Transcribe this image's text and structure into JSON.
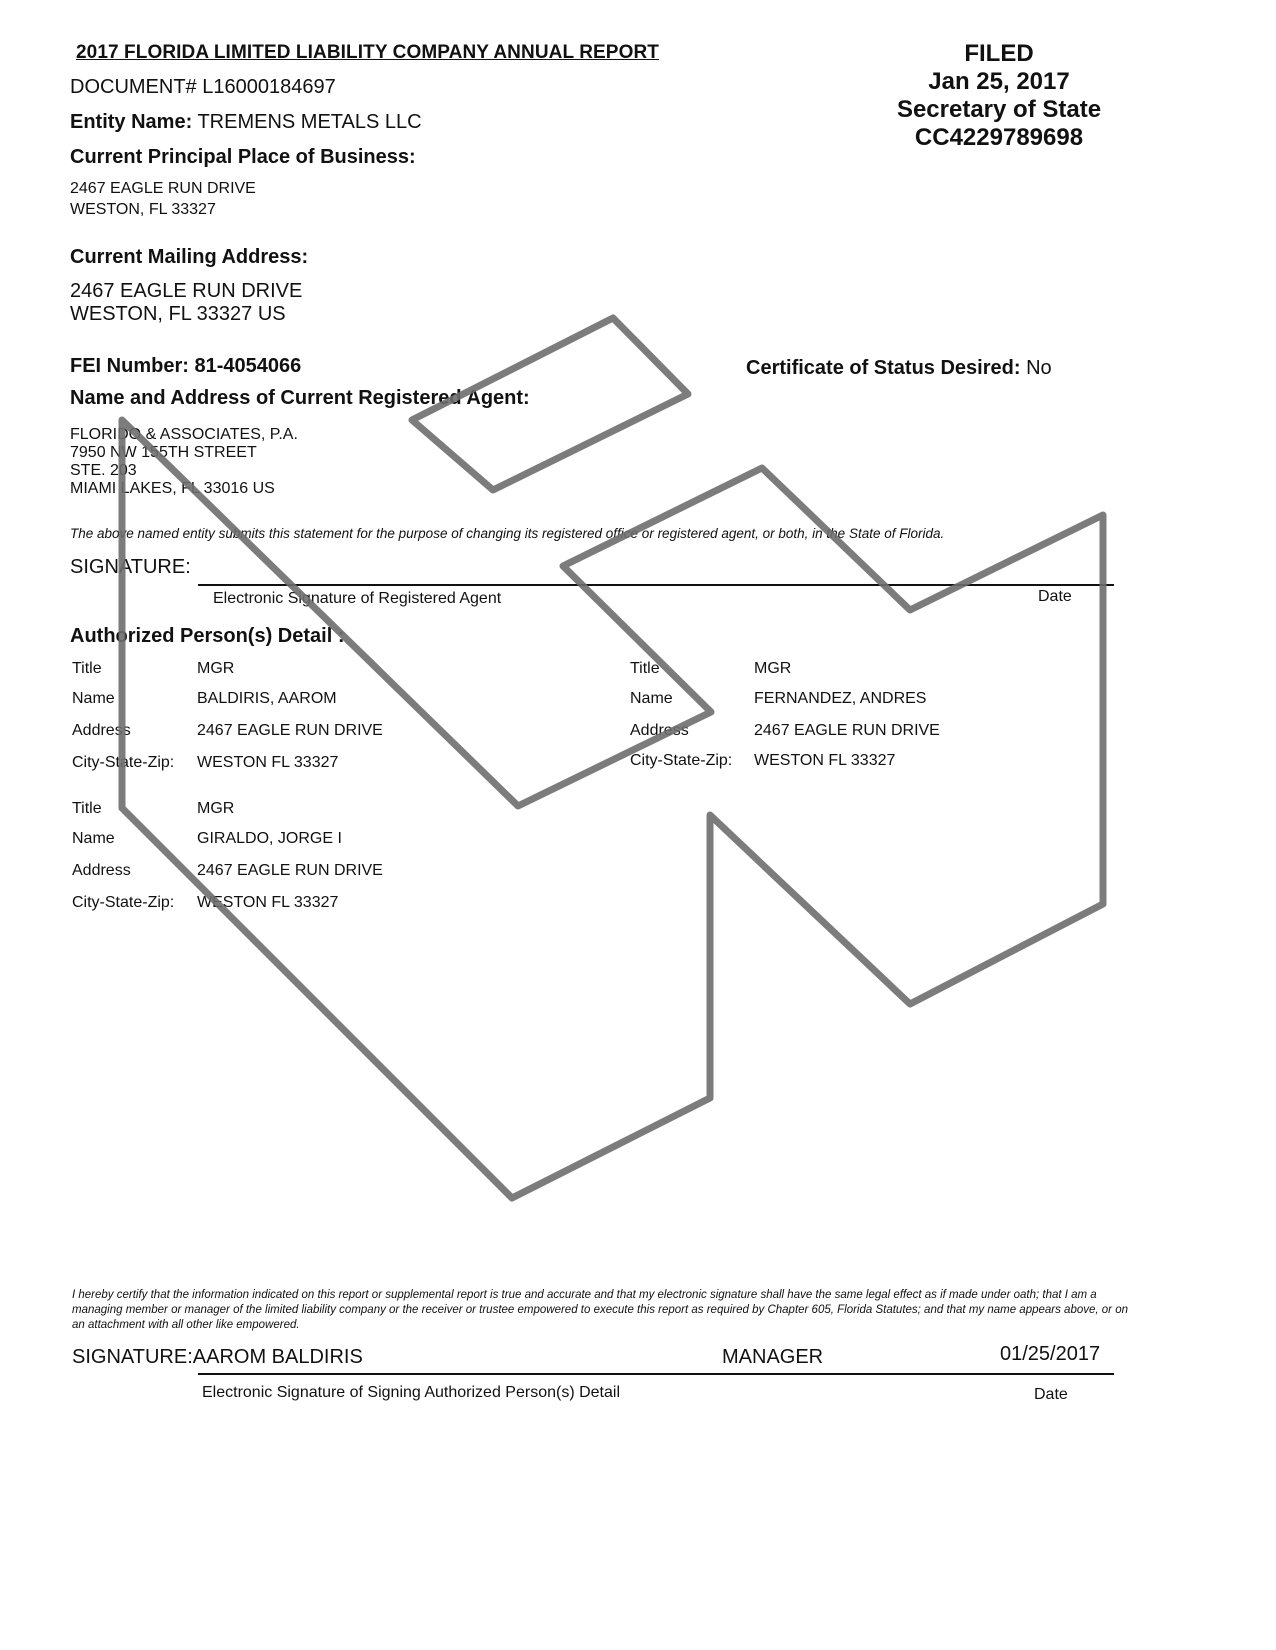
{
  "report": {
    "title": "2017 FLORIDA LIMITED LIABILITY COMPANY ANNUAL REPORT",
    "document_label": "DOCUMENT#",
    "document_number": "L16000184697",
    "entity_label": "Entity Name:",
    "entity_name": "TREMENS METALS LLC"
  },
  "filed_stamp": {
    "status": "FILED",
    "date": "Jan 25, 2017",
    "office": "Secretary of State",
    "code": "CC4229789698"
  },
  "principal_place": {
    "label": "Current Principal  Place of Business:",
    "line1": "2467 EAGLE RUN DRIVE",
    "line2": "WESTON,  FL  33327"
  },
  "mailing_address": {
    "label": "Current Mailing Address:",
    "line1": "2467 EAGLE RUN DRIVE",
    "line2": "WESTON,  FL  33327  US"
  },
  "fei": {
    "label": "FEI Number:",
    "value": "81-4054066"
  },
  "certificate": {
    "label": "Certificate of Status Desired:",
    "value": "No"
  },
  "registered_agent": {
    "label": "Name and Address of Current Registered Agent:",
    "lines": [
      "FLORIDO & ASSOCIATES, P.A.",
      "7950 NW 155TH STREET",
      "STE. 203",
      "MIAMI LAKES, FL  33016  US"
    ]
  },
  "agent_statement": "The above named entity submits this statement for the purpose of changing its registered office or registered agent, or both, in the State of Florida.",
  "agent_signature": {
    "label": "SIGNATURE:",
    "caption": "Electronic Signature of Registered Agent",
    "date_label": "Date"
  },
  "authorized": {
    "heading": "Authorized Person(s) Detail :",
    "field_labels": {
      "title": "Title",
      "name": "Name",
      "address": "Address",
      "csz": "City-State-Zip:"
    },
    "persons": [
      {
        "title": "MGR",
        "name": "BALDIRIS, AAROM",
        "address": "2467 EAGLE RUN DRIVE",
        "csz": "WESTON  FL  33327"
      },
      {
        "title": "MGR",
        "name": "FERNANDEZ, ANDRES",
        "address": "2467 EAGLE RUN DRIVE",
        "csz": "WESTON  FL  33327"
      },
      {
        "title": "MGR",
        "name": "GIRALDO, JORGE I",
        "address": "2467 EAGLE RUN DRIVE",
        "csz": "WESTON  FL  33327"
      }
    ]
  },
  "certification": "I hereby certify that the information indicated on this report or supplemental report is true and accurate and that my electronic signature shall have the same legal effect as if made under oath; that I am a managing member or manager of the limited liability company or the receiver or trustee empowered to execute this report as required by Chapter 605, Florida Statutes; and that my name appears above, or on an attachment with all other like empowered.",
  "final_signature": {
    "label": "SIGNATURE:",
    "name": "AAROM BALDIRIS",
    "title": "MANAGER",
    "date": "01/25/2017",
    "caption": "Electronic Signature of Signing Authorized Person(s) Detail",
    "date_label": "Date"
  },
  "colors": {
    "watermark": "#6e6e6e",
    "text": "#111111"
  }
}
